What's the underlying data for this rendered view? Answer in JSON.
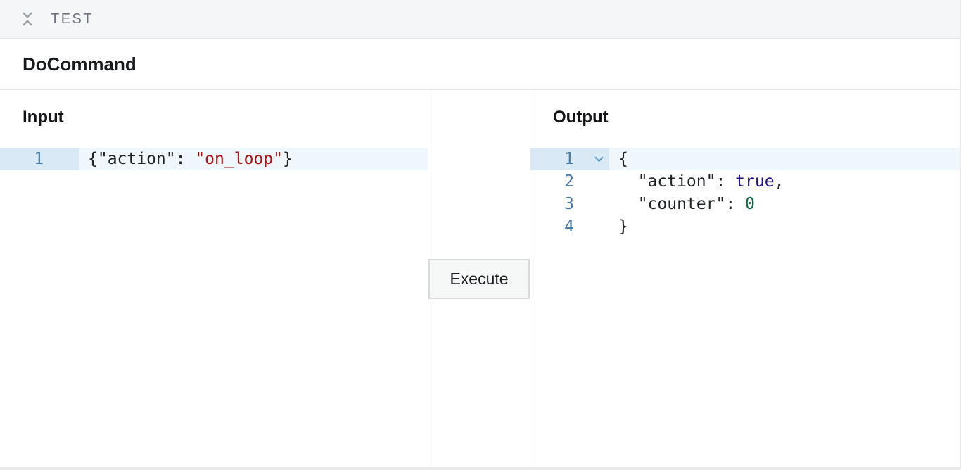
{
  "header": {
    "title": "TEST",
    "collapse_icon": "collapse-vertical-icon"
  },
  "command": {
    "title": "DoCommand"
  },
  "input_panel": {
    "title": "Input",
    "editor": {
      "lines": [
        {
          "number": "1",
          "active": true,
          "foldable": false,
          "tokens": [
            {
              "type": "plain",
              "text": "{\"action\": "
            },
            {
              "type": "string",
              "text": "\"on_loop\""
            },
            {
              "type": "plain",
              "text": "}"
            }
          ]
        }
      ]
    }
  },
  "middle": {
    "execute_label": "Execute"
  },
  "output_panel": {
    "title": "Output",
    "editor": {
      "lines": [
        {
          "number": "1",
          "active": true,
          "foldable": true,
          "tokens": [
            {
              "type": "plain",
              "text": "{"
            }
          ]
        },
        {
          "number": "2",
          "active": false,
          "foldable": false,
          "tokens": [
            {
              "type": "plain",
              "text": "  \"action\": "
            },
            {
              "type": "bool",
              "text": "true"
            },
            {
              "type": "plain",
              "text": ","
            }
          ]
        },
        {
          "number": "3",
          "active": false,
          "foldable": false,
          "tokens": [
            {
              "type": "plain",
              "text": "  \"counter\": "
            },
            {
              "type": "number",
              "text": "0"
            }
          ]
        },
        {
          "number": "4",
          "active": false,
          "foldable": false,
          "tokens": [
            {
              "type": "plain",
              "text": "}"
            }
          ]
        }
      ]
    }
  },
  "colors": {
    "line_number": "#4879a6",
    "active_line_bg": "#eff7fc",
    "active_gutter_bg": "#d9eaf6",
    "fold_chevron": "#5191c1",
    "string": "#aa1111",
    "boolean": "#221199",
    "number": "#116644",
    "code_text": "#1f2328",
    "topbar_bg": "#f5f6f7",
    "button_bg": "#f6f7f7"
  }
}
